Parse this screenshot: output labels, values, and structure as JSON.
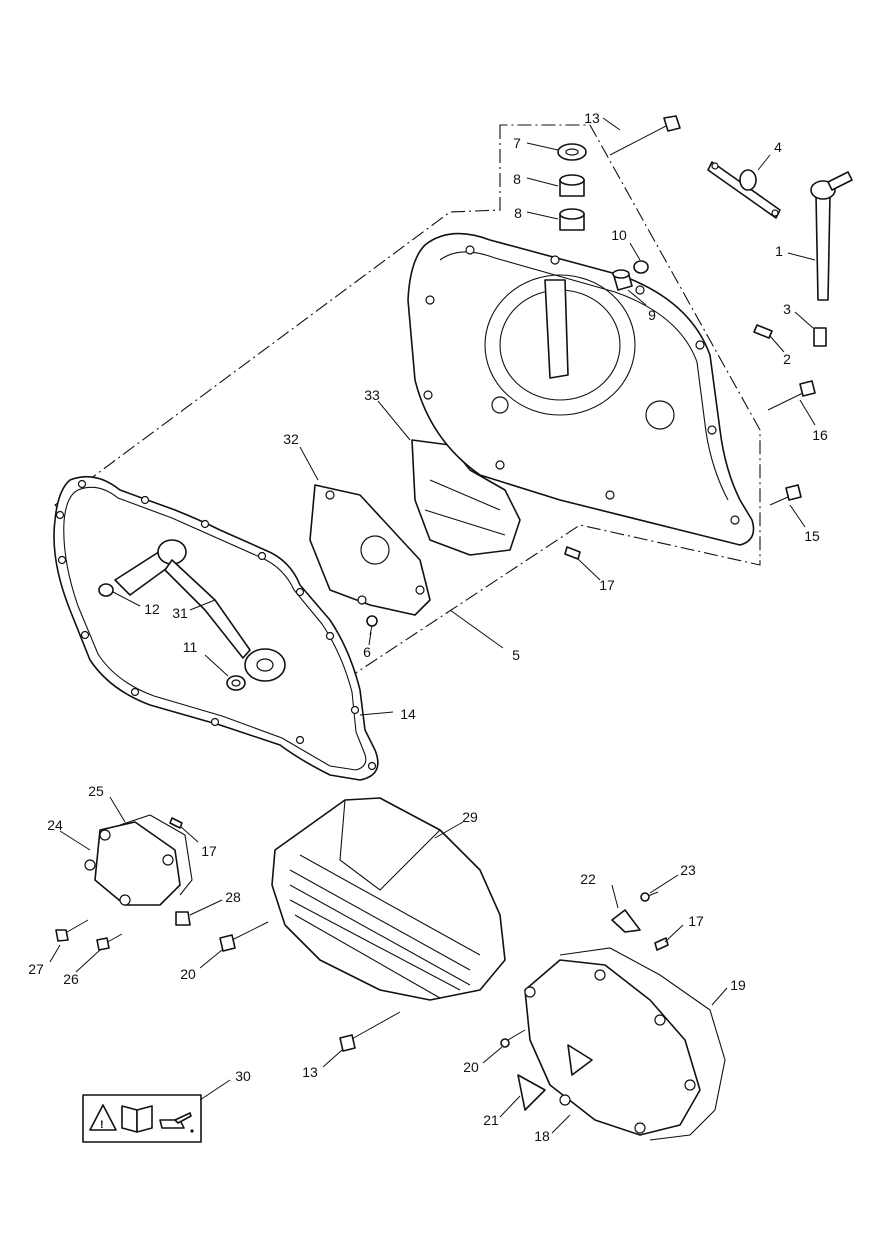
{
  "callouts": {
    "c1": "1",
    "c2": "2",
    "c3": "3",
    "c4": "4",
    "c5": "5",
    "c6": "6",
    "c7": "7",
    "c8a": "8",
    "c8b": "8",
    "c9": "9",
    "c10": "10",
    "c11": "11",
    "c12": "12",
    "c13a": "13",
    "c13b": "13",
    "c14": "14",
    "c15": "15",
    "c16": "16",
    "c17a": "17",
    "c17b": "17",
    "c17c": "17",
    "c18": "18",
    "c19": "19",
    "c20a": "20",
    "c20b": "20",
    "c21": "21",
    "c22": "22",
    "c23": "23",
    "c24": "24",
    "c25": "25",
    "c26": "26",
    "c27": "27",
    "c28": "28",
    "c29": "29",
    "c30": "30",
    "c31": "31",
    "c32": "32",
    "c33": "33"
  },
  "colors": {
    "line": "#111111",
    "background": "#ffffff"
  },
  "icons": [
    "warning-triangle-icon",
    "manual-book-icon",
    "oil-can-icon"
  ]
}
